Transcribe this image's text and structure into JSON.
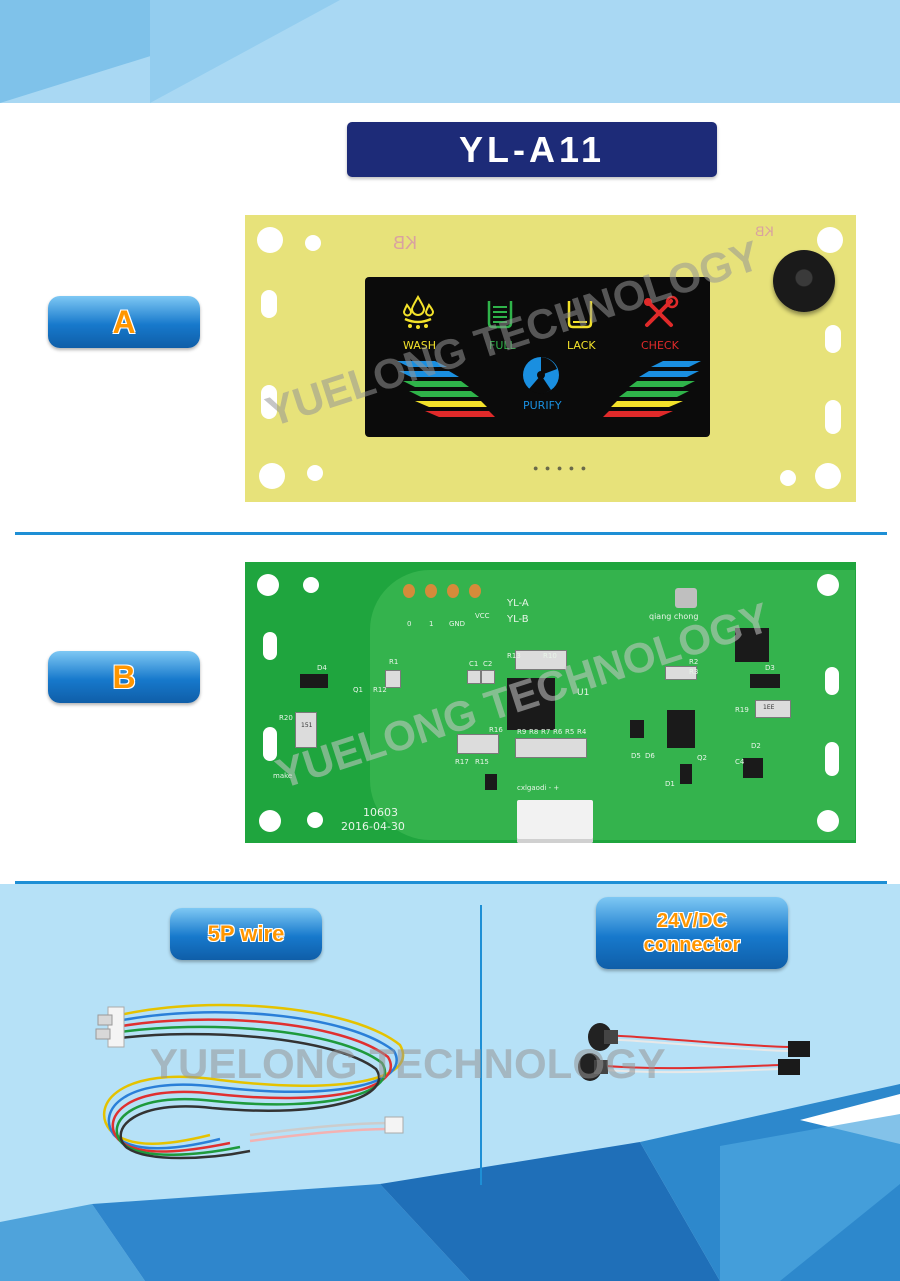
{
  "title": "YL-A11",
  "sections": {
    "a_label": "A",
    "b_label": "B",
    "wire_label": "5P wire",
    "connector_label_line1": "24V/DC",
    "connector_label_line2": "connector"
  },
  "board_a": {
    "markings": [
      "KB",
      "KB"
    ],
    "display_icons": [
      {
        "label": "WASH",
        "color": "#f3e22a",
        "icon": "wash-droplets-icon"
      },
      {
        "label": "FULL",
        "color": "#2fb34a",
        "icon": "full-tank-icon"
      },
      {
        "label": "LACK",
        "color": "#f3e22a",
        "icon": "lack-tank-icon"
      },
      {
        "label": "CHECK",
        "color": "#e02a2a",
        "icon": "check-tools-icon"
      }
    ],
    "center_label": "PURIFY",
    "bar_colors": [
      "#1a8fe0",
      "#2fb34a",
      "#f3e22a",
      "#e02a2a"
    ]
  },
  "board_b": {
    "silk_model_a": "YL-A",
    "silk_model_b": "YL-B",
    "silk_header": "qiang chong",
    "silk_pins": [
      "0",
      "1",
      "GND",
      "VCC"
    ],
    "silk_code": "10603",
    "silk_date": "2016-04-30",
    "silk_conn": "cxlgaodi - +",
    "silk_make": "make",
    "silk_refs": [
      "D4",
      "R1",
      "R12",
      "Q1",
      "R20",
      "C1",
      "C2",
      "R13",
      "R10",
      "R16",
      "R17",
      "R15",
      "R9",
      "R8",
      "R7",
      "R6",
      "R5",
      "R4",
      "D5",
      "D6",
      "D1",
      "Q2",
      "R2",
      "R3",
      "D3",
      "R19",
      "C4",
      "D2",
      "151",
      "1EE",
      "U1"
    ]
  },
  "watermarks": {
    "a": "YUELONG TECHNOLOGY",
    "b": "YUELONG TECHNOLOGY",
    "c": "YUELONG TECHNOLOGY"
  }
}
